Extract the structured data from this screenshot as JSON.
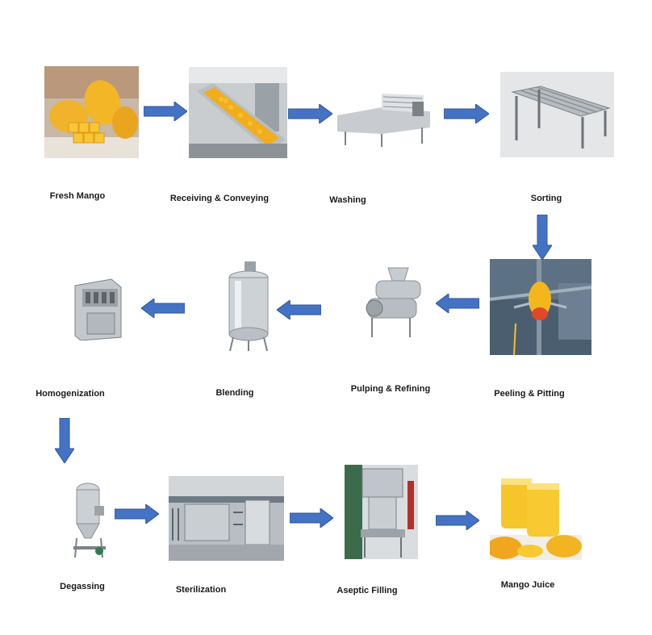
{
  "diagram": {
    "accent_color": "#4472C4",
    "steps": [
      {
        "id": "fresh-mango",
        "label": "Fresh Mango"
      },
      {
        "id": "receiving-conveying",
        "label": "Receiving & Conveying"
      },
      {
        "id": "washing",
        "label": "Washing"
      },
      {
        "id": "sorting",
        "label": "Sorting"
      },
      {
        "id": "peeling-pitting",
        "label": "Peeling & Pitting"
      },
      {
        "id": "pulping-refining",
        "label": "Pulping & Refining"
      },
      {
        "id": "blending",
        "label": "Blending"
      },
      {
        "id": "homogenization",
        "label": "Homogenization"
      },
      {
        "id": "degassing",
        "label": "Degassing"
      },
      {
        "id": "sterilization",
        "label": "Sterilization"
      },
      {
        "id": "aseptic-filling",
        "label": "Aseptic Filling"
      },
      {
        "id": "mango-juice",
        "label": "Mango Juice"
      }
    ]
  }
}
